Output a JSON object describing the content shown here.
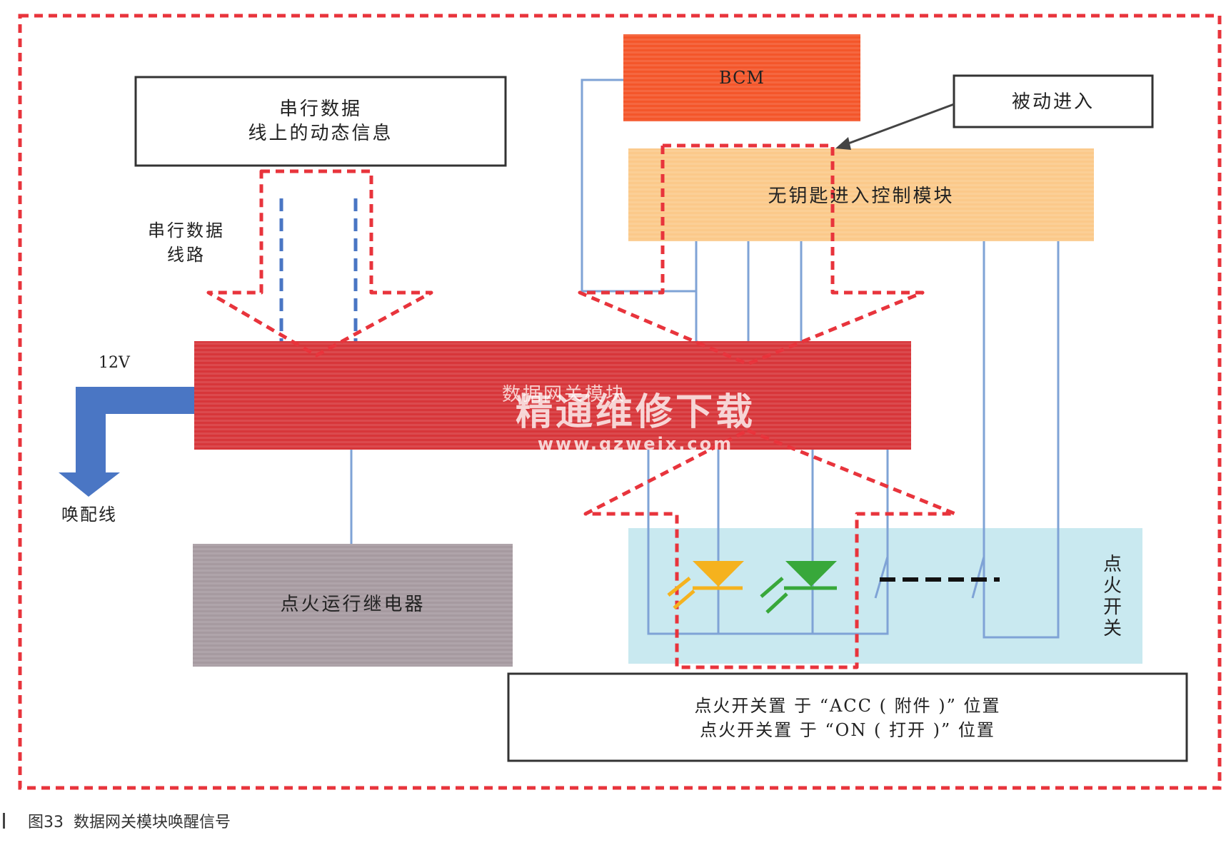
{
  "blocks": {
    "serial_info": [
      "串行数据",
      "线上的动态信息"
    ],
    "serial_line": [
      "串行数据",
      "线路"
    ],
    "bcm": "BCM",
    "passive_entry": "被动进入",
    "keyless_module": "无钥匙进入控制模块",
    "gateway": "数据网关模块",
    "relay": "点火运行继电器",
    "ignition_switch": "点火开关",
    "ignition_positions": [
      "点火开关置 于 “ACC ( 附件 )” 位置",
      "点火开关置 于 “ON ( 打开 )” 位置"
    ]
  },
  "labels": {
    "voltage": "12V",
    "wakeup_wire": "唤配线"
  },
  "watermark": {
    "text": "精通维修下载",
    "url": "www.gzweix.com"
  },
  "caption": {
    "figure": "图33",
    "title": "数据网关模块唤醒信号"
  },
  "colors": {
    "dashed_boundary": "#e8343c",
    "bcm": "#f4562a",
    "keyless_module": "#fbc98a",
    "gateway": "#d7363a",
    "relay": "#a69aa0",
    "ignition_area": "#c9e9f0",
    "wire": "#7fa3d6",
    "arrow_blue": "#4a76c4",
    "led_yellow": "#f5b21e",
    "led_green": "#38a83a"
  }
}
